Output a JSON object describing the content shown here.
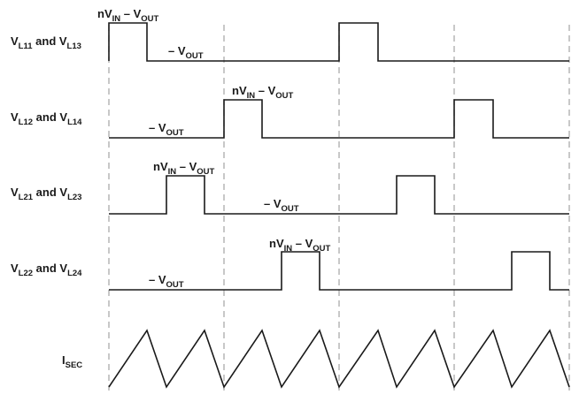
{
  "rows": [
    {
      "label": {
        "base": "V",
        "sub1": "L11",
        "mid": " and V",
        "sub2": "L13"
      },
      "pulse_label": {
        "a": "nV",
        "a_sub": "IN",
        "b": " – V",
        "b_sub": "OUT"
      },
      "base_label": {
        "a": "– V",
        "a_sub": "OUT"
      }
    },
    {
      "label": {
        "base": "V",
        "sub1": "L12",
        "mid": " and V",
        "sub2": "L14"
      },
      "pulse_label": {
        "a": "nV",
        "a_sub": "IN",
        "b": " – V",
        "b_sub": "OUT"
      },
      "base_label": {
        "a": "– V",
        "a_sub": "OUT"
      }
    },
    {
      "label": {
        "base": "V",
        "sub1": "L21",
        "mid": " and V",
        "sub2": "L23"
      },
      "pulse_label": {
        "a": "nV",
        "a_sub": "IN",
        "b": " – V",
        "b_sub": "OUT"
      },
      "base_label": {
        "a": "– V",
        "a_sub": "OUT"
      }
    },
    {
      "label": {
        "base": "V",
        "sub1": "L22",
        "mid": " and V",
        "sub2": "L24"
      },
      "pulse_label": {
        "a": "nV",
        "a_sub": "IN",
        "b": " – V",
        "b_sub": "OUT"
      },
      "base_label": {
        "a": "– V",
        "a_sub": "OUT"
      }
    }
  ],
  "current": {
    "label": {
      "base": "I",
      "sub": "SEC"
    }
  }
}
